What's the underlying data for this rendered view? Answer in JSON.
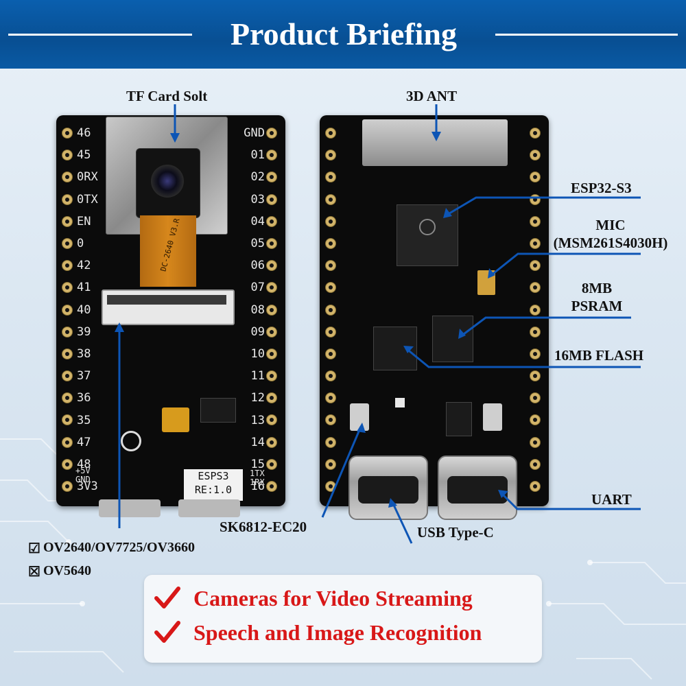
{
  "header": {
    "title": "Product Briefing"
  },
  "callouts": {
    "tf_card": "TF Card Solt",
    "ant": "3D ANT",
    "esp32": "ESP32-S3",
    "mic_line1": "MIC",
    "mic_line2": "(MSM261S4030H)",
    "psram_line1": "8MB",
    "psram_line2": "PSRAM",
    "flash": "16MB FLASH",
    "uart": "UART",
    "led": "SK6812-EC20",
    "usb": "USB Type-C"
  },
  "camera_options": [
    {
      "mark": "☑",
      "text": "OV2640/OV7725/OV3660"
    },
    {
      "mark": "☒",
      "text": "OV5640"
    }
  ],
  "left_pins": [
    "46",
    "45",
    "0RX",
    "0TX",
    "EN",
    "0",
    "42",
    "41",
    "40",
    "39",
    "38",
    "37",
    "36",
    "35",
    "47",
    "48",
    "3V3"
  ],
  "right_pins": [
    "GND",
    "01",
    "02",
    "03",
    "04",
    "05",
    "06",
    "07",
    "08",
    "09",
    "10",
    "11",
    "12",
    "13",
    "14",
    "15",
    "16"
  ],
  "board_marks": {
    "power": "+5V\nGND",
    "model_line1": "ESPS3",
    "model_line2": "RE:1.0",
    "txrx": "1TX\n1RX",
    "cam_label": "DC-2640 V3.R"
  },
  "features": [
    {
      "text": "Cameras for Video Streaming"
    },
    {
      "text": "Speech and Image Recognition"
    }
  ],
  "colors": {
    "header": "#0a5fae",
    "pointer": "#0d55b5",
    "feature_text": "#d81818",
    "pcb": "#0b0b0b"
  }
}
